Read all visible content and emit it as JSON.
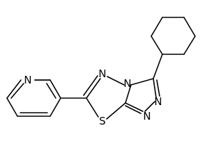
{
  "molecule": {
    "atoms": {
      "pyridine_n": "N",
      "thiadiazole_n": "N",
      "bridge_n": "N",
      "triazole_n_upper": "N",
      "triazole_n_lower": "N",
      "sulfur": "S"
    },
    "colors": {
      "bond": "#000000",
      "label": "#000000",
      "background": "#ffffff"
    }
  }
}
